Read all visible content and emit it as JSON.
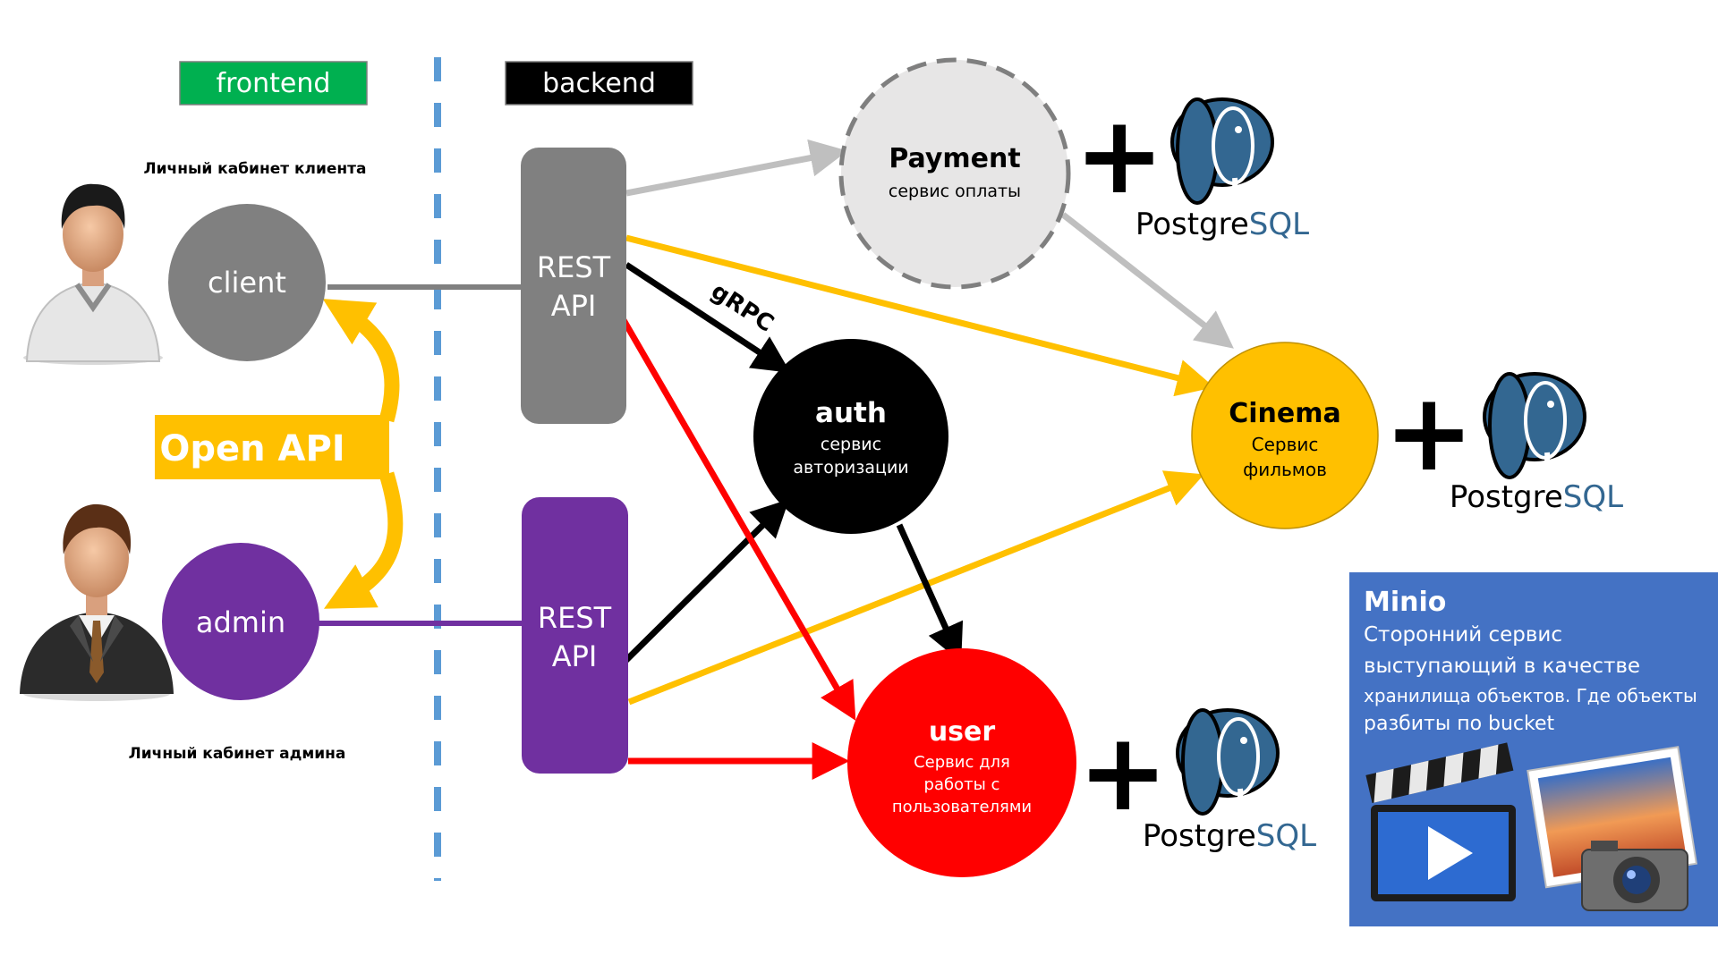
{
  "labels": {
    "frontend": "frontend",
    "backend": "backend",
    "client_cabinet": "Личный кабинет клиента",
    "admin_cabinet": "Личный кабинет админа",
    "open_api": "Open API",
    "grpc": "gRPC"
  },
  "nodes": {
    "client": {
      "label": "client"
    },
    "admin": {
      "label": "admin"
    },
    "rest_top": {
      "line1": "REST",
      "line2": "API"
    },
    "rest_bottom": {
      "line1": "REST",
      "line2": "API"
    },
    "payment": {
      "title": "Payment",
      "subtitle": "сервис оплаты"
    },
    "auth": {
      "title": "auth",
      "line1": "сервис",
      "line2": "авторизации"
    },
    "cinema": {
      "title": "Cinema",
      "line1": "Сервис",
      "line2": "фильмов"
    },
    "user": {
      "title": "user",
      "line1": "Сервис для",
      "line2": "работы с",
      "line3": "пользователями"
    }
  },
  "postgres": {
    "label_a": "Postgre",
    "label_b": "SQL",
    "plus": "+"
  },
  "minio": {
    "title": "Minio",
    "line1": "Сторонний сервис",
    "line2": "выступающий в качестве",
    "line3": "хранилища объектов. Где объекты",
    "line4": "разбиты по bucket"
  },
  "colors": {
    "frontend": "#00b050",
    "backend": "#000000",
    "divider": "#5b9bd5",
    "client": "#808080",
    "admin": "#7030a0",
    "rest_top": "#808080",
    "rest_bottom": "#7030a0",
    "payment_fill": "#e7e6e6",
    "auth": "#000000",
    "cinema": "#ffc000",
    "user": "#ff0000",
    "open_api": "#ffc000",
    "minio_bg": "#4472c4",
    "postgres_blue": "#336791"
  },
  "icons": [
    "client-user-icon",
    "admin-user-icon",
    "postgresql-elephant-icon",
    "video-clapper-icon",
    "photo-camera-icon"
  ]
}
